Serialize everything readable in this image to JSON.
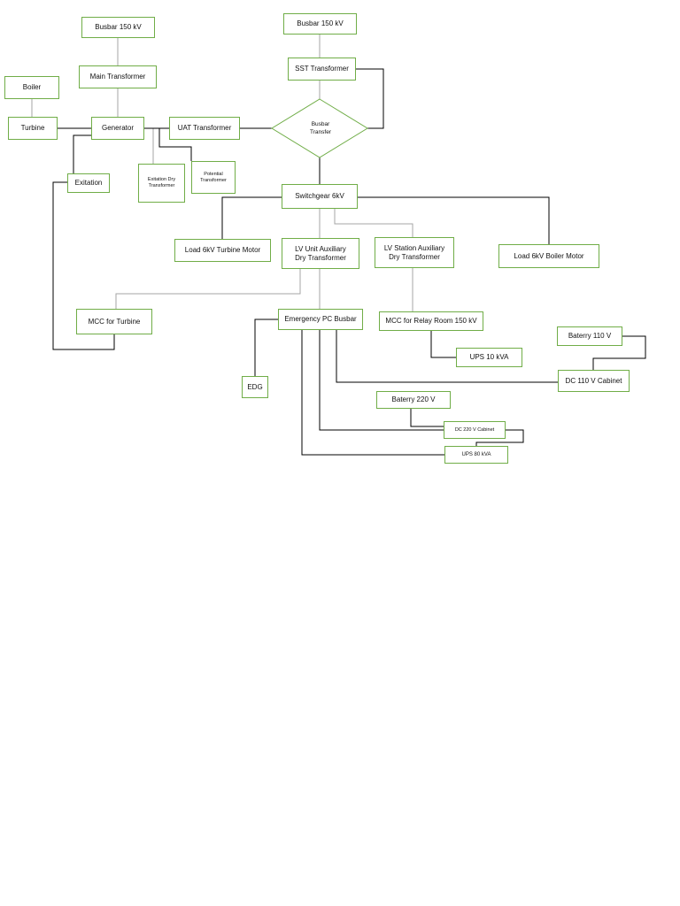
{
  "colors": {
    "box_border": "#70ad47",
    "line_dark": "#000000",
    "line_light": "#a6a6a6",
    "text": "#111111"
  },
  "nodes": {
    "busbar_150_left": "Busbar 150 kV",
    "busbar_150_right": "Busbar 150 kV",
    "main_transformer": "Main Transformer",
    "sst_transformer": "SST Transformer",
    "boiler": "Boiler",
    "turbine": "Turbine",
    "generator": "Generator",
    "uat_transformer": "UAT Transformer",
    "busbar_transfer": "Busbar\nTransfer",
    "exitation": "Exitation",
    "exitation_dry_transformer": "Exitation Dry\nTransformer",
    "potential_transformer": "Potential\nTransformer",
    "switchgear_6kv": "Switchgear 6kV",
    "load_6kv_turbine_motor": "Load 6kV Turbine Motor",
    "lv_unit_aux": "LV Unit Auxiliary\nDry Transformer",
    "lv_station_aux": "LV Station Auxiliary\nDry Transformer",
    "load_6kv_boiler_motor": "Load 6kV Boiler Motor",
    "mcc_turbine": "MCC for Turbine",
    "emergency_pc_busbar": "Emergency PC Busbar",
    "mcc_relay_room": "MCC for Relay Room 150 kV",
    "baterry_110": "Baterry 110 V",
    "ups_10": "UPS 10 kVA",
    "dc_110_cabinet": "DC 110 V Cabinet",
    "edg": "EDG",
    "baterry_220": "Baterry 220 V",
    "dc_220_cabinet": "DC 220 V Cabinet",
    "ups_80": "UPS 80 kVA"
  }
}
